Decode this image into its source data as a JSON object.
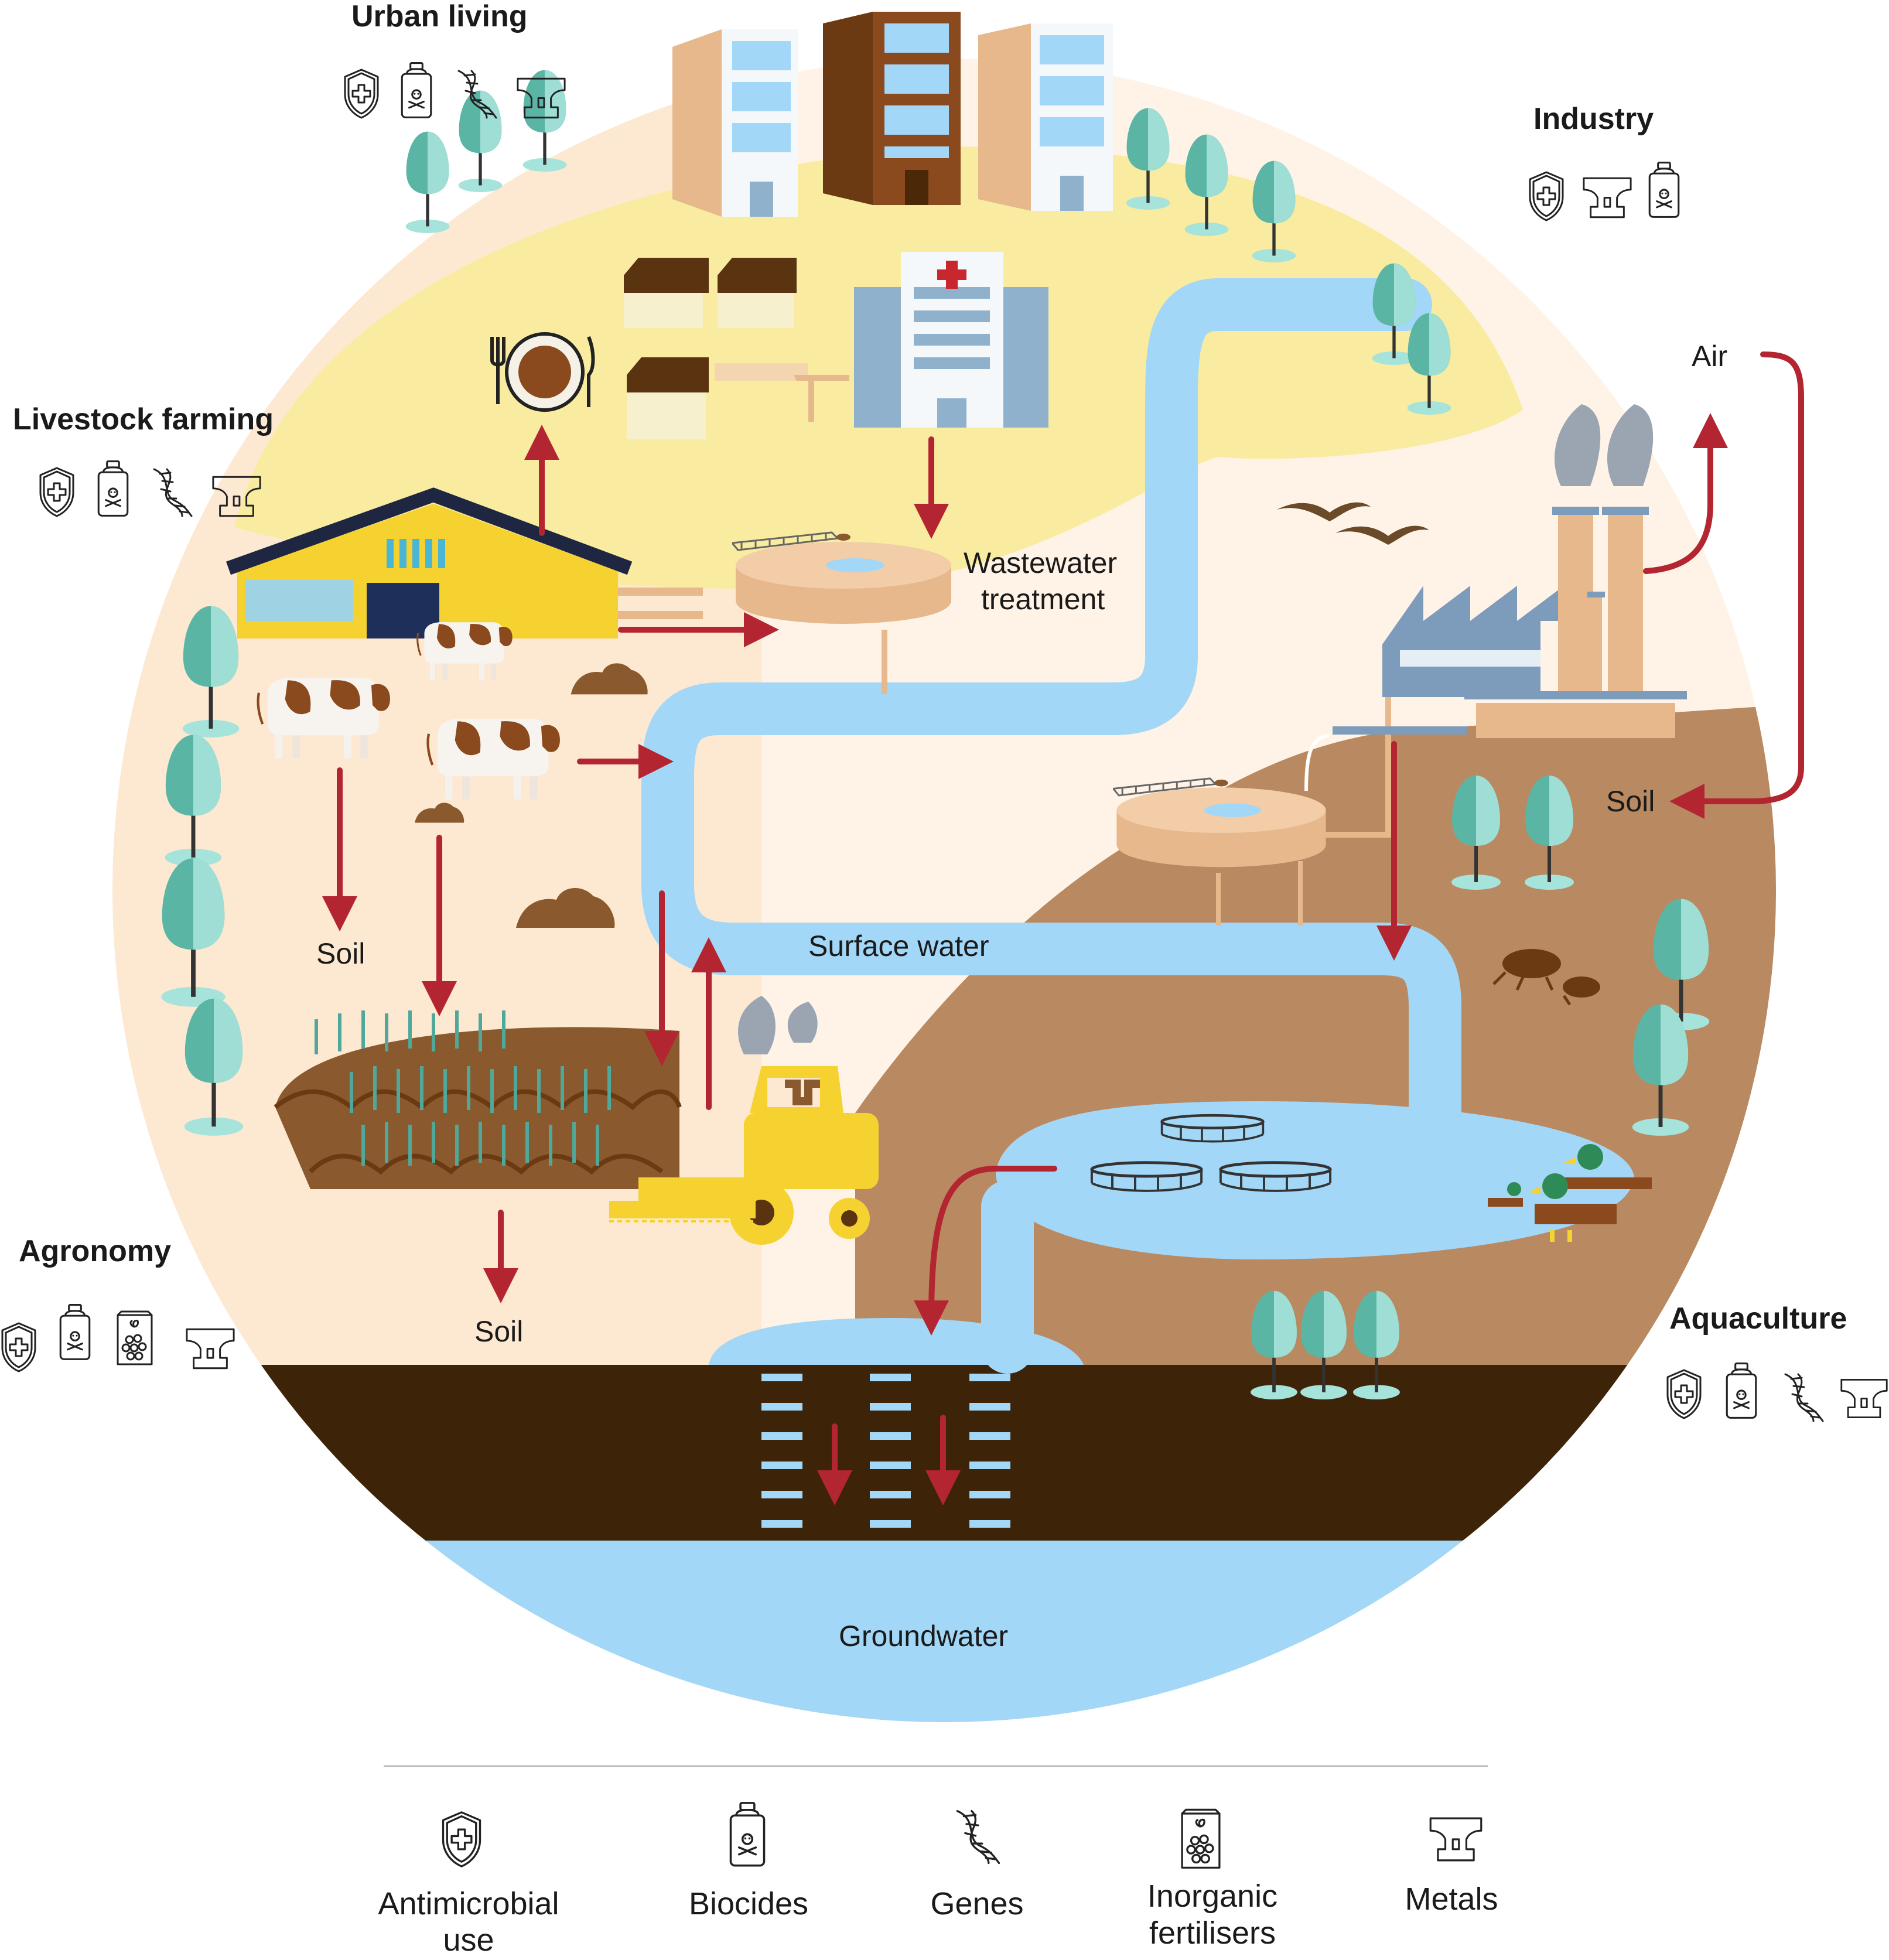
{
  "sectors": {
    "urban": {
      "title": "Urban living",
      "icons": [
        "shield-cross-icon",
        "spray-bottle-icon",
        "dna-icon",
        "anvil-icon"
      ]
    },
    "industry": {
      "title": "Industry",
      "icons": [
        "shield-cross-icon",
        "anvil-icon",
        "spray-bottle-icon"
      ]
    },
    "livestock": {
      "title": "Livestock farming",
      "icons": [
        "shield-cross-icon",
        "spray-bottle-icon",
        "dna-icon",
        "anvil-icon"
      ]
    },
    "agronomy": {
      "title": "Agronomy",
      "icons": [
        "shield-cross-icon",
        "spray-bottle-icon",
        "fertiliser-bag-icon",
        "anvil-icon"
      ]
    },
    "aquaculture": {
      "title": "Aquaculture",
      "icons": [
        "shield-cross-icon",
        "spray-bottle-icon",
        "dna-icon",
        "anvil-icon"
      ]
    }
  },
  "labels": {
    "wastewater_1": "Wastewater",
    "wastewater_2": "treatment",
    "air": "Air",
    "soil_industry": "Soil",
    "soil_livestock": "Soil",
    "soil_agronomy": "Soil",
    "surface_water": "Surface water",
    "groundwater": "Groundwater"
  },
  "legend": [
    {
      "icon": "shield-cross-icon",
      "line1": "Antimicrobial",
      "line2": "use"
    },
    {
      "icon": "spray-bottle-icon",
      "line1": "Biocides",
      "line2": ""
    },
    {
      "icon": "dna-icon",
      "line1": "Genes",
      "line2": ""
    },
    {
      "icon": "fertiliser-bag-icon",
      "line1": "Inorganic",
      "line2": "fertilisers"
    },
    {
      "icon": "anvil-icon",
      "line1": "Metals",
      "line2": ""
    }
  ],
  "colors": {
    "urban_zone": "#f9eca0",
    "farm_zone": "#fde8d2",
    "industry_soil": "#b98961",
    "water": "#a3d7f7",
    "underground": "#3d2408",
    "arrow": "#b32531",
    "tree": "#5bb5a5"
  }
}
